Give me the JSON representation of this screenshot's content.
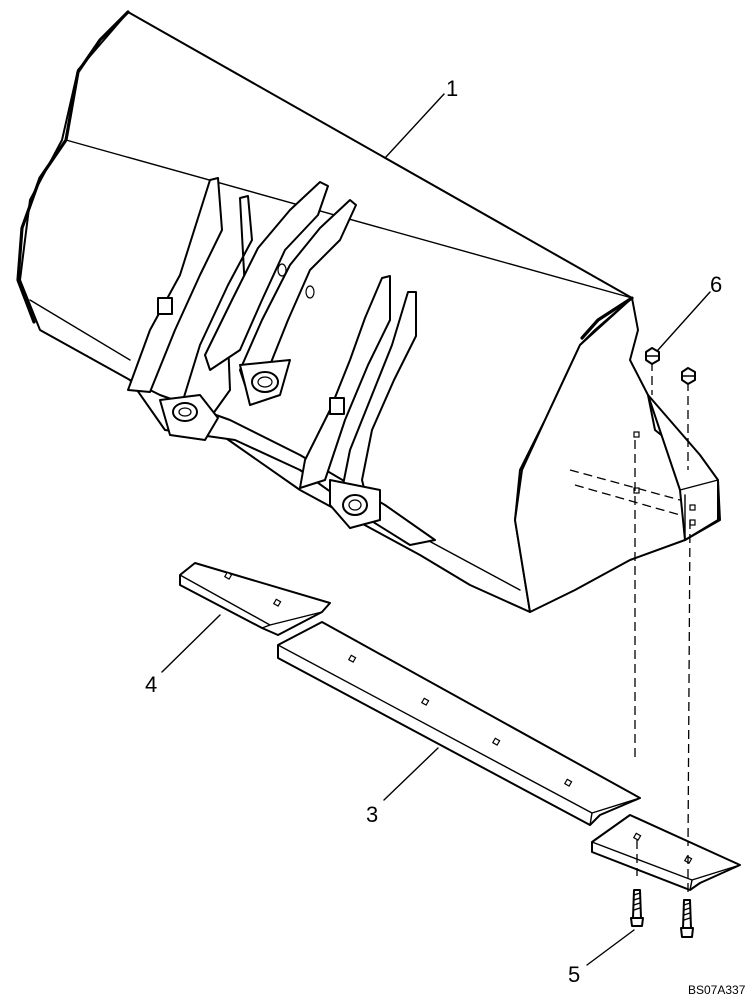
{
  "callouts": [
    {
      "id": "bucket",
      "label": "1"
    },
    {
      "id": "cutting-edge-center",
      "label": "3"
    },
    {
      "id": "cutting-edge-left",
      "label": "4"
    },
    {
      "id": "bolt",
      "label": "5"
    },
    {
      "id": "nut",
      "label": "6"
    }
  ],
  "reference_code": "BS07A337"
}
